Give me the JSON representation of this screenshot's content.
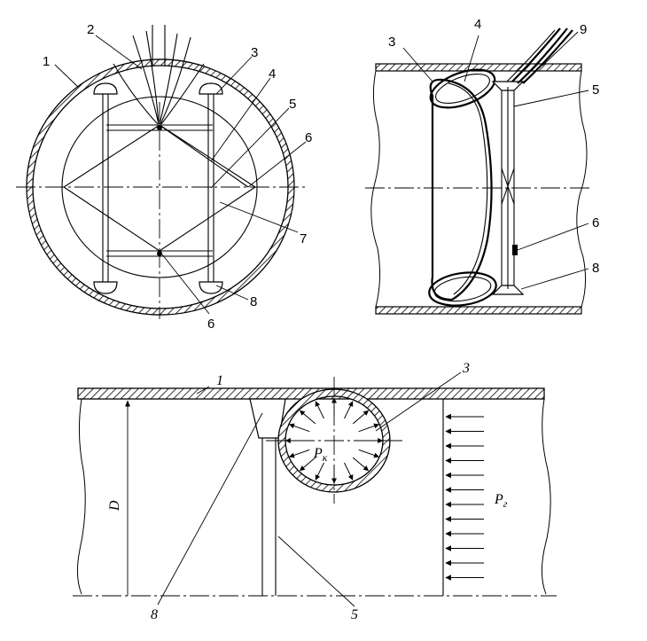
{
  "view_a": {
    "labels": {
      "l1": "1",
      "l2": "2",
      "l3": "3",
      "l4": "4",
      "l5": "5",
      "l6a": "6",
      "l7": "7",
      "l8": "8",
      "l6b": "6"
    }
  },
  "view_b": {
    "labels": {
      "l3": "3",
      "l4": "4",
      "l9": "9",
      "l5": "5",
      "l6": "6",
      "l8": "8"
    }
  },
  "view_c": {
    "labels": {
      "l1": "1",
      "l3": "3",
      "pk_main": "P",
      "pk_sub": "к",
      "pg_main": "P",
      "pg_sub": "г",
      "d": "D",
      "l8": "8",
      "l5": "5"
    }
  }
}
